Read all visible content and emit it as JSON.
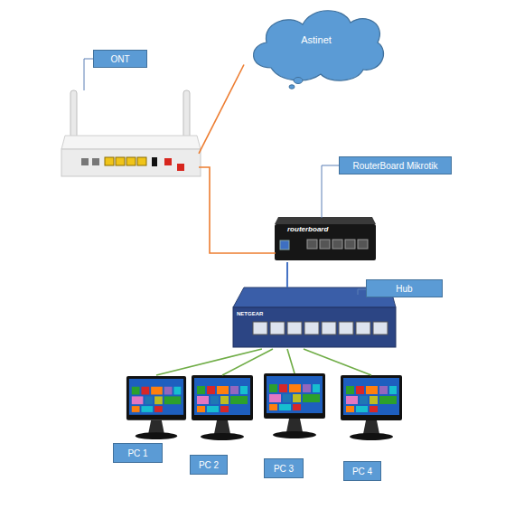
{
  "diagram": {
    "nodes": [
      {
        "text": [
          "ONT"
        ]
      },
      {
        "text": [
          "Astinet"
        ]
      },
      {
        "text": [
          "RouterBoard Mikrotik"
        ]
      },
      {
        "text": [
          "Hub"
        ]
      },
      {
        "text": [
          "PC 1"
        ]
      },
      {
        "text": [
          "PC 2"
        ]
      },
      {
        "text": [
          "PC 3"
        ]
      },
      {
        "text": [
          "PC 4"
        ]
      }
    ],
    "edges": [
      {
        "from": 0,
        "to": 1,
        "arrow": "none"
      },
      {
        "from": 0,
        "to": 2,
        "arrow": "none"
      },
      {
        "from": 2,
        "to": 3,
        "arrow": "none"
      },
      {
        "from": 3,
        "to": 4,
        "arrow": "none"
      },
      {
        "from": 3,
        "to": 5,
        "arrow": "none"
      },
      {
        "from": 3,
        "to": 6,
        "arrow": "none"
      },
      {
        "from": 3,
        "to": 7,
        "arrow": "none"
      }
    ],
    "labels": [
      "routerboard",
      "NETGEAR"
    ]
  }
}
